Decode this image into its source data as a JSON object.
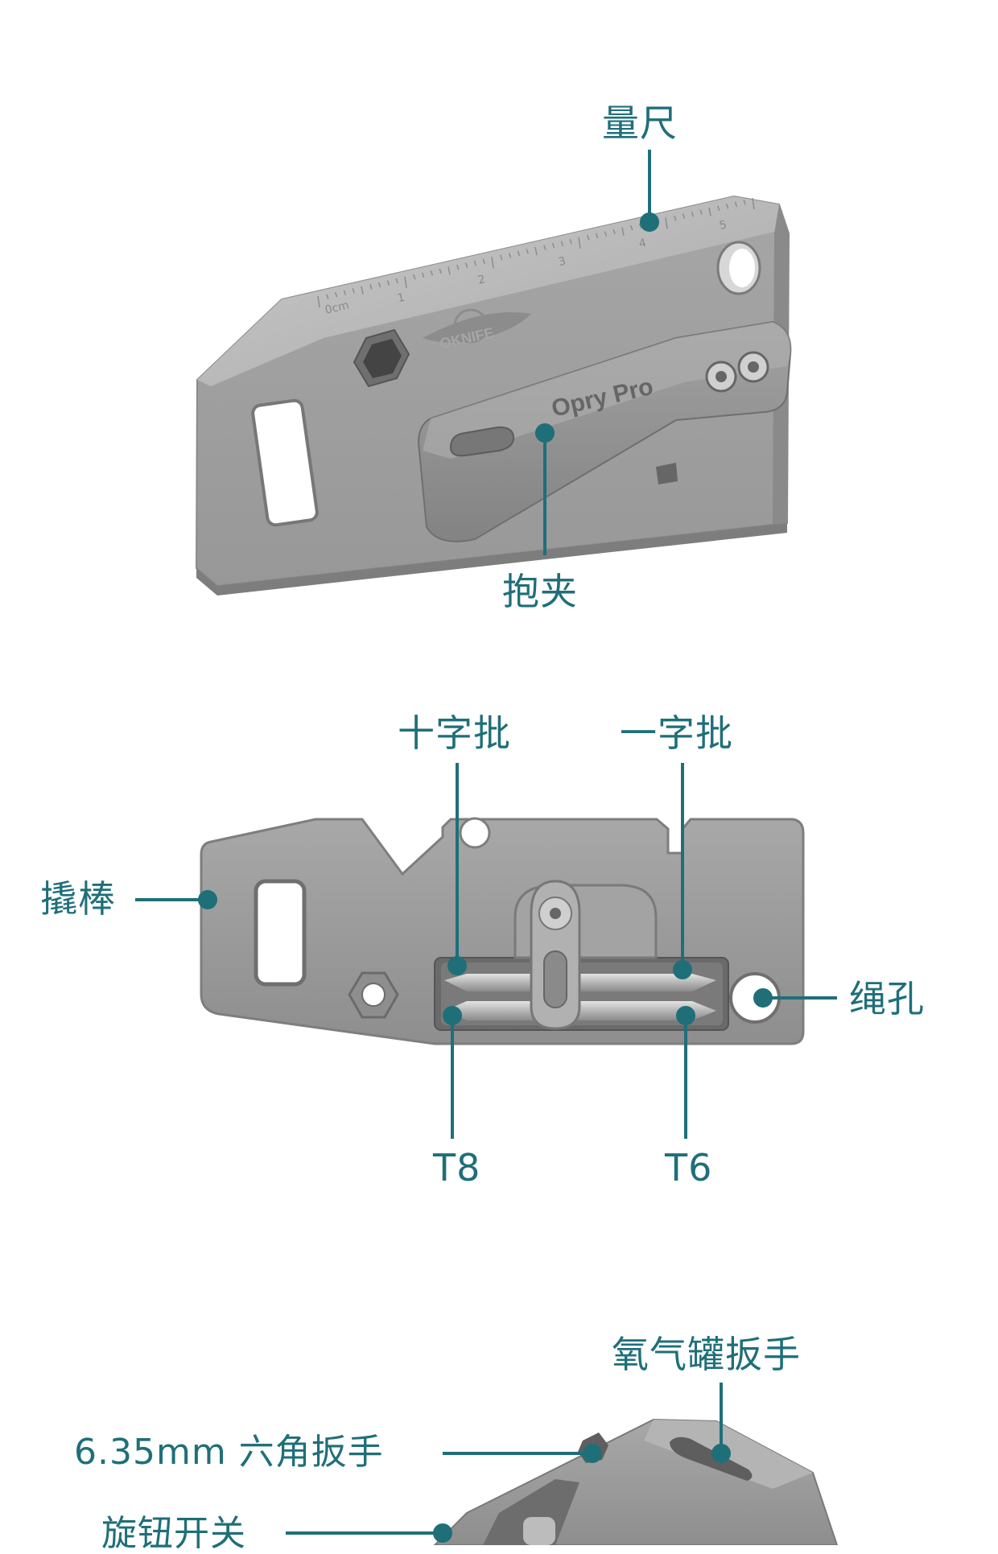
{
  "colors": {
    "accent": "#1f6f79",
    "metal": "#9a9a9a",
    "metal_dark": "#6f6f6f",
    "metal_light": "#b8b8b8",
    "background": "#ffffff"
  },
  "section1": {
    "labels": {
      "ruler": "量尺",
      "clip": "抱夹"
    },
    "engraving": {
      "brand": "OKNIFE",
      "model": "Opry Pro",
      "ruler_unit": "0cm",
      "ruler_ticks": [
        "1",
        "2",
        "3",
        "4",
        "5"
      ]
    }
  },
  "section2": {
    "labels": {
      "phillips": "十字批",
      "flathead": "一字批",
      "pry_bar": "撬棒",
      "lanyard_hole": "绳孔",
      "t8": "T8",
      "t6": "T6"
    }
  },
  "section3": {
    "labels": {
      "oxygen_wrench": "氧气罐扳手",
      "hex_wrench": "6.35mm 六角扳手",
      "knob_switch": "旋钮开关"
    }
  }
}
